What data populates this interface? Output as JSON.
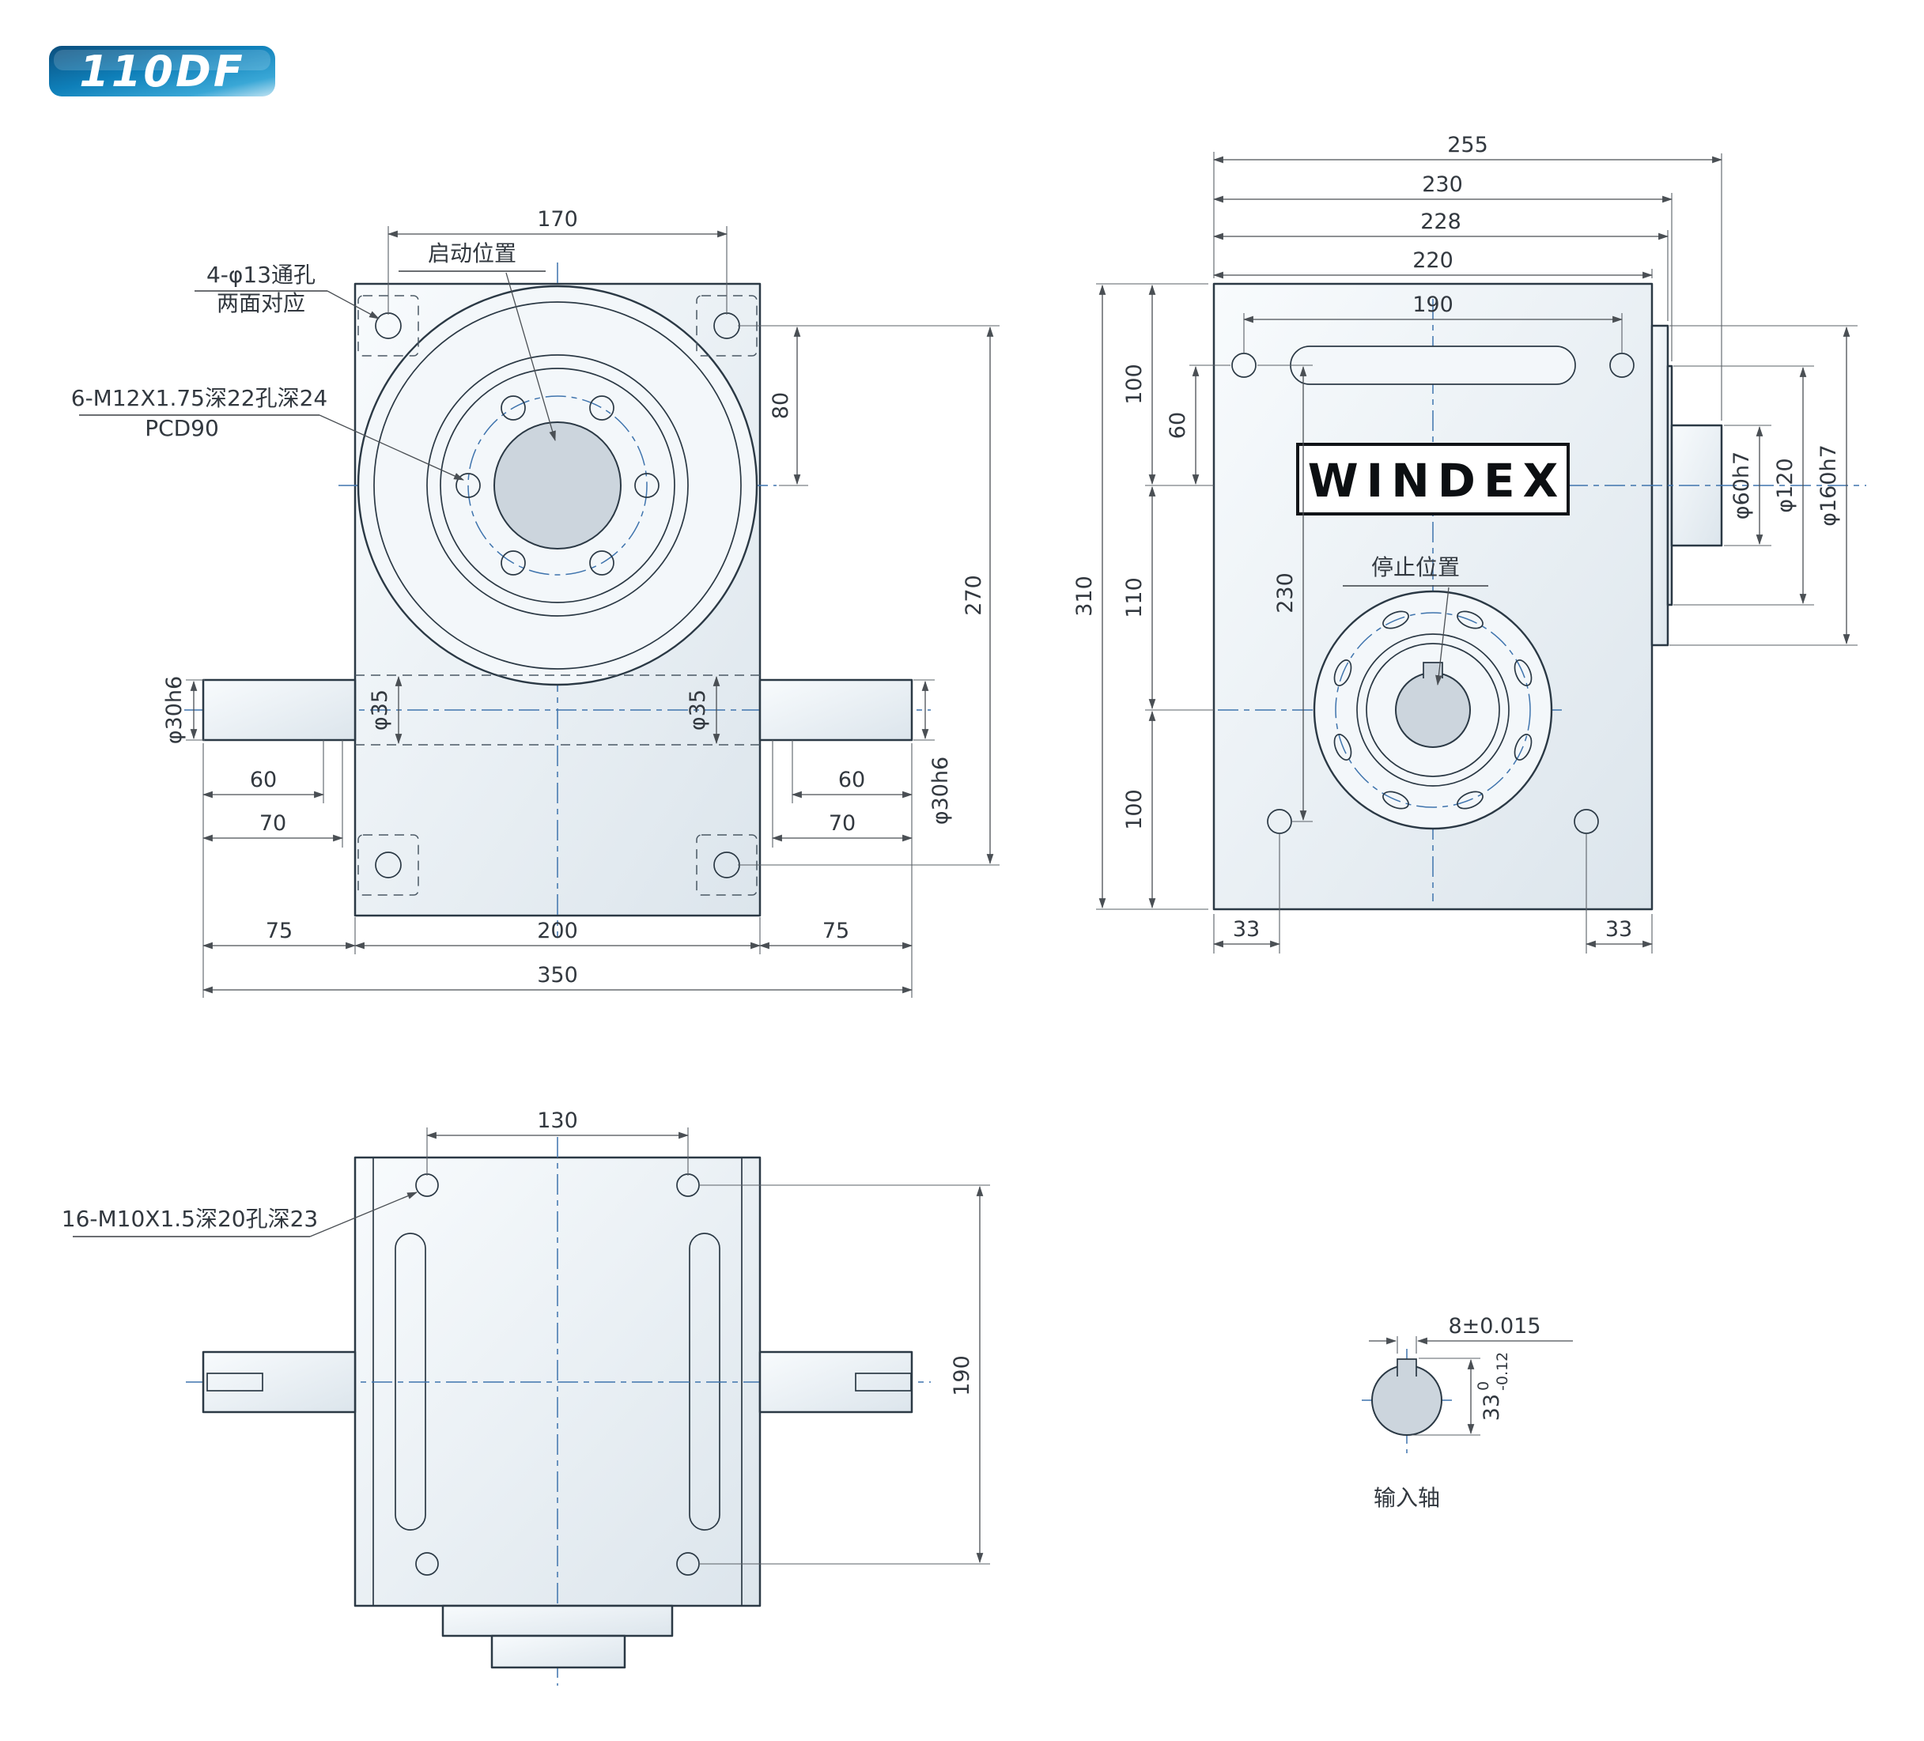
{
  "badge": {
    "model": "110DF"
  },
  "front_view": {
    "labels": {
      "start_position": "启动位置",
      "corner_holes_line1": "4-φ13通孔",
      "corner_holes_line2": "两面对应",
      "tapped_holes": "6-M12X1.75深22孔深24",
      "pcd": "PCD90"
    },
    "dims": {
      "top_hole_span": "170",
      "top_to_center": "80",
      "hole_span_vertical": "270",
      "shaft_dia_left": "φ30h6",
      "shaft_dia_right": "φ30h6",
      "hub_dia_left": "φ35",
      "hub_dia_right": "φ35",
      "shaft_step_left": "60",
      "shaft_len_left": "70",
      "shaft_step_right": "60",
      "shaft_len_right": "70",
      "overhang_left": "75",
      "body_width": "200",
      "overhang_right": "75",
      "total_width": "350"
    }
  },
  "side_view": {
    "brand": "WINDEX",
    "labels": {
      "stop_position": "停止位置"
    },
    "dims": {
      "total_depth": "255",
      "depth_to_step": "230",
      "depth_to_flange": "228",
      "body_depth": "220",
      "top_hole_span": "190",
      "top_to_input_axis": "100",
      "hole_to_input_axis": "60",
      "input_to_output_axis": "110",
      "body_height": "310",
      "hole_span_vertical": "230",
      "output_axis_to_bottom": "100",
      "foot_hole_left": "33",
      "foot_hole_right": "33",
      "input_shaft_dia": "φ60h7",
      "pilot_dia": "φ120",
      "flange_dia": "φ160h7"
    }
  },
  "bottom_view": {
    "labels": {
      "tapped_holes": "16-M10X1.5深20孔深23"
    },
    "dims": {
      "hole_span_horizontal": "130",
      "hole_span_vertical": "190"
    }
  },
  "shaft_detail": {
    "labels": {
      "name": "输入轴"
    },
    "dims": {
      "key_width": "8±0.015",
      "shaft_height": "33",
      "tol_upper": "0",
      "tol_lower": "-0.12"
    }
  }
}
